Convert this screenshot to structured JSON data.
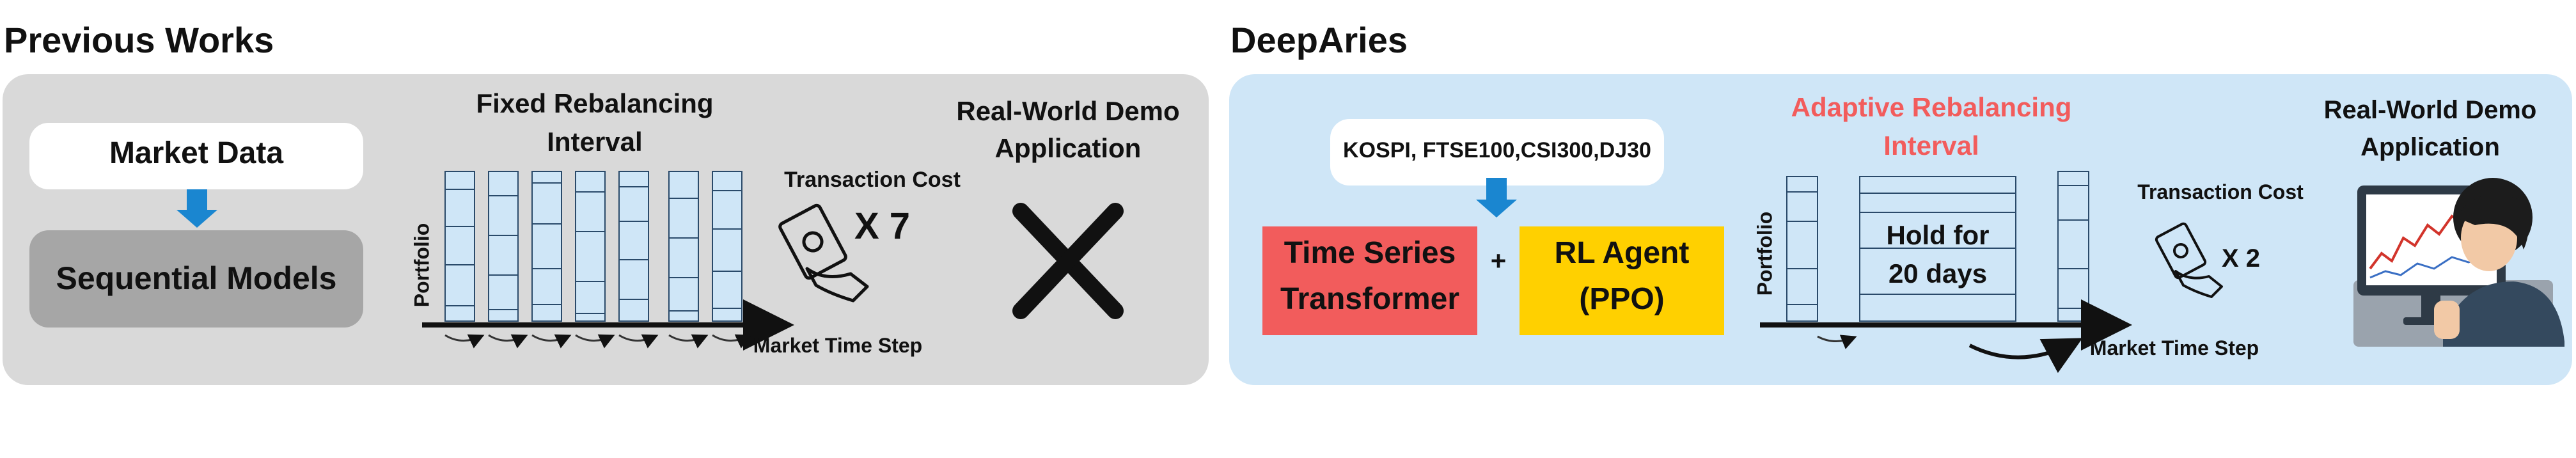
{
  "left_section": {
    "title": "Previous Works",
    "market_data_label": "Market Data",
    "sequential_models_label": "Sequential Models",
    "fixed_title_line1": "Fixed Rebalancing",
    "fixed_title_line2": "Interval",
    "portfolio_label": "Portfolio",
    "transaction_cost_label": "Transaction Cost",
    "cost_multiplier": "X 7",
    "demo_title_line1": "Real-World Demo",
    "demo_title_line2": "Application",
    "market_time_step_label": "Market Time Step"
  },
  "right_section": {
    "title": "DeepAries",
    "indices_label": "KOSPI, FTSE100,CSI300,DJ30",
    "transformer_line1": "Time Series",
    "transformer_line2": "Transformer",
    "plus": "+",
    "rl_agent_line1": "RL Agent",
    "rl_agent_line2": "(PPO)",
    "adaptive_title_line1": "Adaptive Rebalancing",
    "adaptive_title_line2": "Interval",
    "portfolio_label": "Portfolio",
    "hold_line1": "Hold for",
    "hold_line2": "20 days",
    "transaction_cost_label": "Transaction Cost",
    "cost_multiplier": "X 2",
    "demo_title_line1": "Real-World Demo",
    "demo_title_line2": "Application",
    "market_time_step_label": "Market Time Step"
  },
  "colors": {
    "left_panel_bg": "#d9d9d9",
    "right_panel_bg": "#cfe6f7",
    "adaptive_title": "#f25c5c",
    "transformer_box": "#f25c5c",
    "rl_agent_box": "#ffd000",
    "down_arrow": "#1a86d0",
    "bar_fill": "#cfe6f7",
    "sequential_box": "#a6a6a6"
  },
  "icons": [
    "down-arrow-icon",
    "money-hand-icon",
    "cross-icon",
    "trader-monitor-icon"
  ]
}
